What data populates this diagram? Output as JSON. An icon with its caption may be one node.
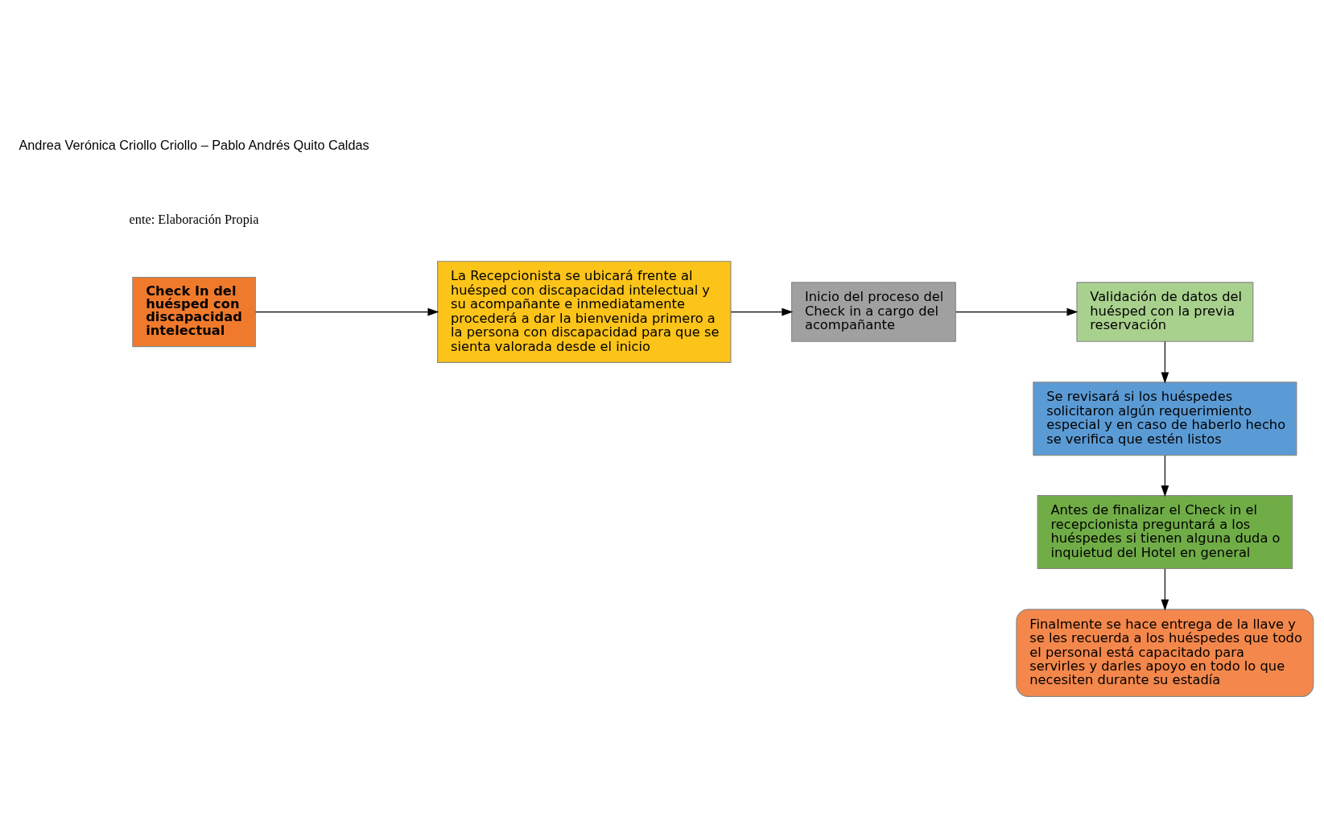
{
  "diagram": {
    "nodes": [
      {
        "text": [
          "Check In del huésped con discapacidad intelectual"
        ]
      },
      {
        "text": [
          "La Recepcionista se ubicará frente al huésped con discapacidad intelectual y su acompañante e inmediatamente procederá a dar la bienvenida primero a la persona con discapacidad para que se sienta valorada desde el inicio"
        ]
      },
      {
        "text": [
          "Inicio del proceso del Check in a cargo del acompañante"
        ]
      },
      {
        "text": [
          "Validación de datos del huésped con la previa reservación"
        ]
      },
      {
        "text": [
          "Se revisará si los huéspedes solicitaron algún requerimiento especial y en caso de haberlo hecho se verifica que estén listos"
        ]
      },
      {
        "text": [
          "Antes de finalizar el Check in el recepcionista preguntará a los huéspedes si tienen alguna duda o inquietud del Hotel en general"
        ]
      },
      {
        "text": [
          "Finalmente se hace entrega de la llave y se les recuerda a los huéspedes que todo el personal está capacitado para servirles y darles apoyo en todo lo que necesiten durante su estadía"
        ]
      }
    ],
    "edges": [
      {
        "from": 0,
        "to": 1,
        "arrow": "to"
      },
      {
        "from": 1,
        "to": 2,
        "arrow": "to"
      },
      {
        "from": 2,
        "to": 3,
        "arrow": "to"
      },
      {
        "from": 3,
        "to": 4,
        "arrow": "to"
      },
      {
        "from": 4,
        "to": 5,
        "arrow": "to"
      },
      {
        "from": 5,
        "to": 6,
        "arrow": "to"
      }
    ],
    "labels": [
      "ente: Elaboración Propia",
      "Andrea Verónica Criollo Criollo – Pablo Andrés Quito Caldas"
    ]
  }
}
